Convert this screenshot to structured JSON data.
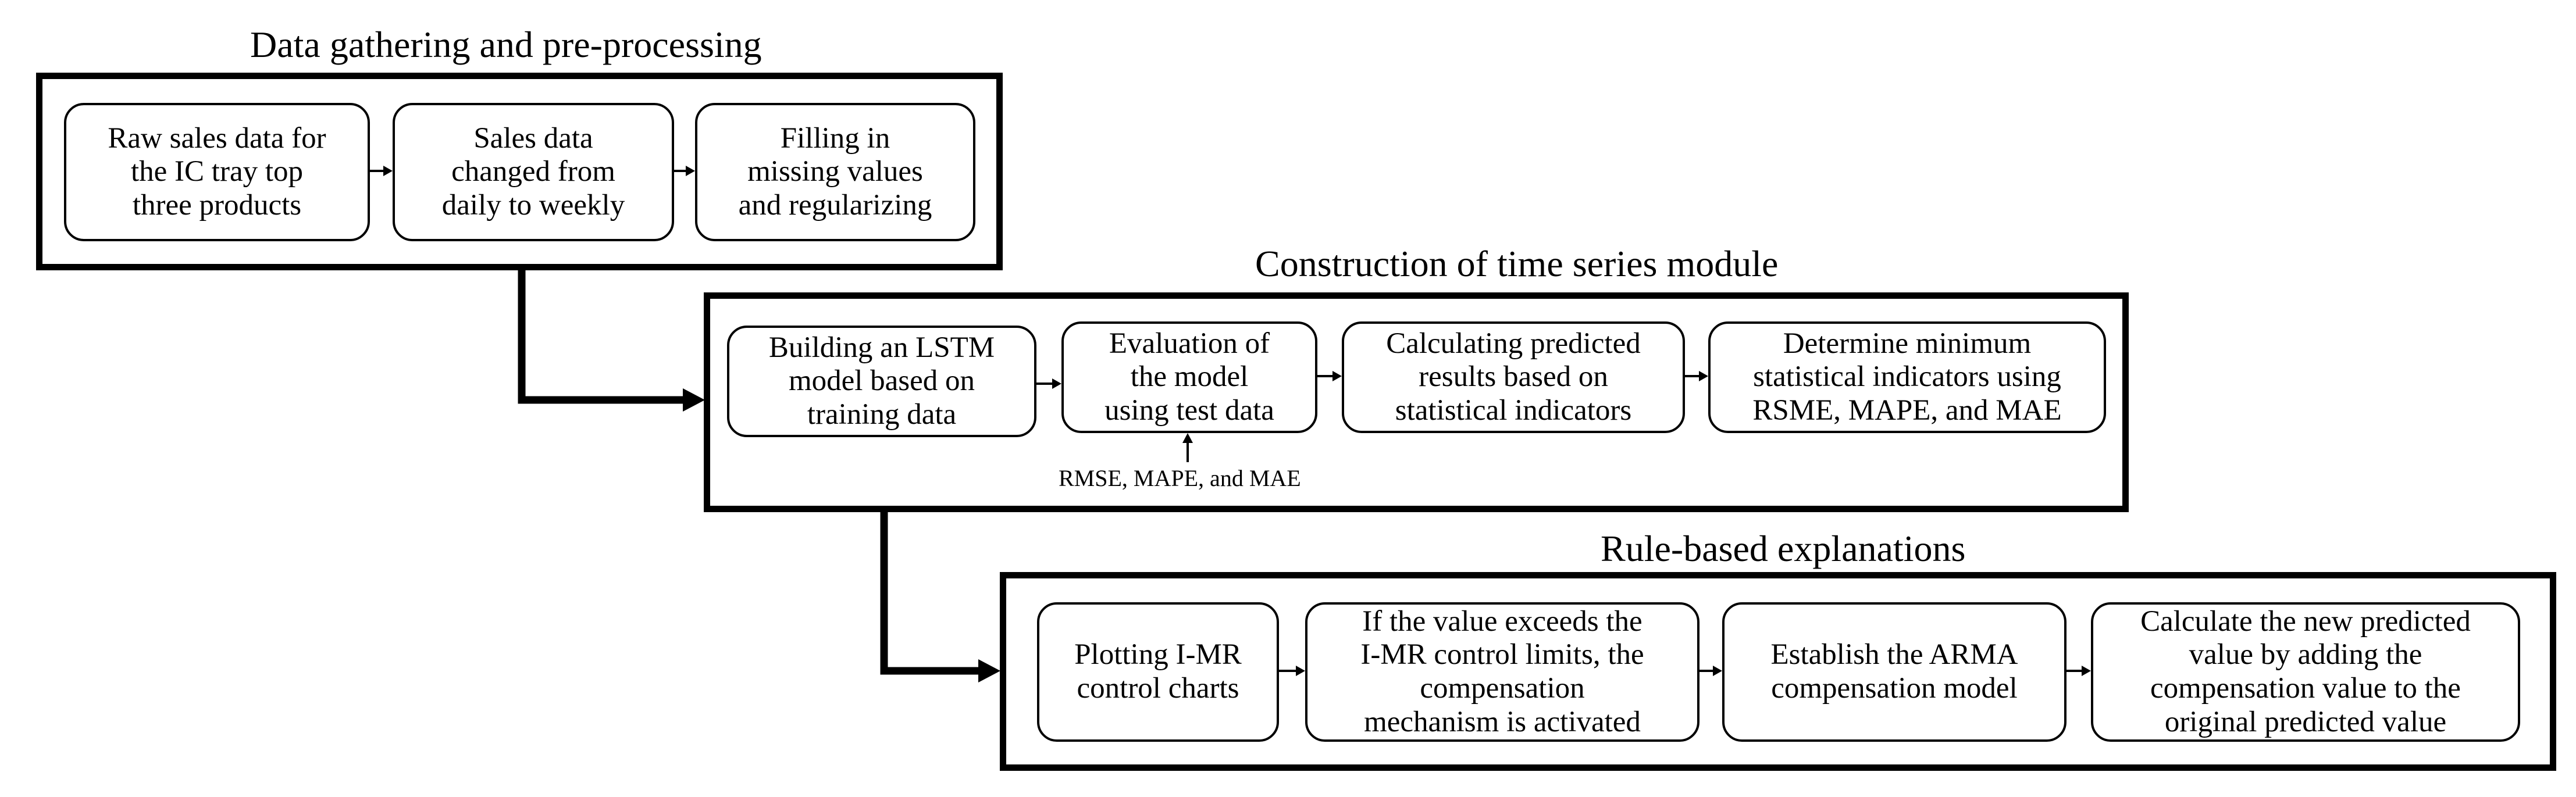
{
  "stages": [
    {
      "title": "Data gathering and pre-processing",
      "steps": [
        "Raw sales data for\nthe IC tray top\nthree products",
        "Sales data\nchanged from\ndaily to weekly",
        "Filling in\nmissing values\nand regularizing"
      ]
    },
    {
      "title": "Construction of time series module",
      "steps": [
        "Building an LSTM\nmodel based on\ntraining data",
        "Evaluation of\nthe model\nusing test data",
        "Calculating predicted\nresults based on\nstatistical indicators",
        "Determine minimum\nstatistical indicators using\nRSME, MAPE, and MAE"
      ],
      "note": "RMSE, MAPE, and MAE"
    },
    {
      "title": "Rule-based explanations",
      "steps": [
        "Plotting I-MR\ncontrol charts",
        "If the value exceeds the\nI-MR control limits, the\ncompensation\nmechanism is activated",
        "Establish the ARMA\ncompensation model",
        "Calculate the new predicted\nvalue by adding the\ncompensation value to the\noriginal predicted value"
      ]
    }
  ]
}
